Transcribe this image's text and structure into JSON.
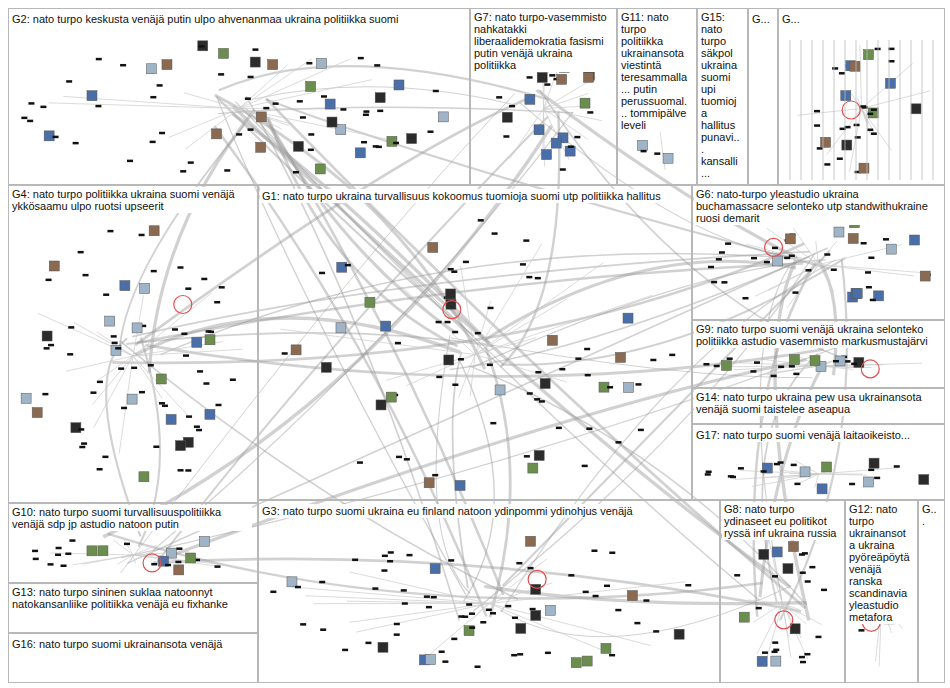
{
  "diagram": {
    "nodes": [
      {
        "text": [
          "G2: nato turpo keskusta venäjä putin ulpo ahvenanmaa ukraina politiikka suomi"
        ]
      },
      {
        "text": [
          "G7: nato turpo-vasemmisto nahkatakki liberaalidemokratia fasismi putin venäjä ukraina politiikka"
        ]
      },
      {
        "text": [
          "G11: nato turpo politiikka ukrainansota viestintä teresammalla... putin perussuomal... tommipälve leveli"
        ]
      },
      {
        "text": [
          "G15: nato turpo säkpol ukraina suomi upi tuomioja hallitus punavi... kansalli..."
        ]
      },
      {
        "text": [
          "G..."
        ]
      },
      {
        "text": [
          "G..."
        ]
      },
      {
        "text": [
          "G4: nato turpo politiikka ukraina suomi venäjä ykkösaamu ulpo ruotsi upseerit"
        ]
      },
      {
        "text": [
          "G1: nato turpo ukraina turvallisuus kokoomus tuomioja suomi utp politiikka hallitus"
        ]
      },
      {
        "text": [
          "G6: nato-turpo yleastudio ukraina buchamassacre selonteko utp standwithukraine ruosi demarit"
        ]
      },
      {
        "text": [
          "G9: nato turpo suomi venäjä ukraina selonteko politiikka astudio vasemmisto markusmustajärvi"
        ]
      },
      {
        "text": [
          "G14: nato turpo ukraina pew usa ukrainansota venäjä suomi taistelee aseapua"
        ]
      },
      {
        "text": [
          "G17: nato turpo suomi venäjä laitaoikeisto..."
        ]
      },
      {
        "text": [
          "G10: nato turpo suomi turvallisuuspolitiikka venäjä sdp jp astudio natoon putin"
        ]
      },
      {
        "text": [
          "G13: nato turpo sininen suklaa natoonnyt natokansanliike politiikka venäjä eu fixhanke"
        ]
      },
      {
        "text": [
          "G16: nato turpo suomi ukrainansota venäjä"
        ]
      },
      {
        "text": [
          "G3: nato turpo suomi ukraina eu finland natoon ydinpommi ydinohjus venäjä"
        ]
      },
      {
        "text": [
          "G8: nato turpo ydinaseet eu politikot ryssä inf ukraina russia"
        ]
      },
      {
        "text": [
          "G12: nato turpo ukrainansota ukraina pyöreäpöytä venäjä ranska scandinavia yleastudio metafora"
        ]
      },
      {
        "text": [
          "G..."
        ]
      }
    ]
  }
}
